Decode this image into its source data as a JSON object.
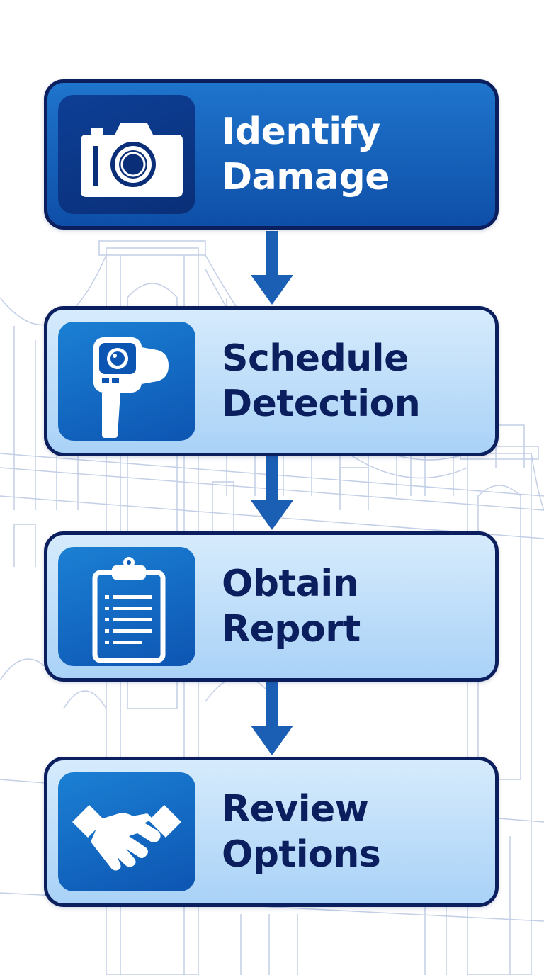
{
  "steps": [
    {
      "line1": "Identify",
      "line2": "Damage",
      "icon": "camera-icon",
      "style": "primary"
    },
    {
      "line1": "Schedule",
      "line2": "Detection",
      "icon": "thermal-camera-icon",
      "style": "secondary"
    },
    {
      "line1": "Obtain",
      "line2": "Report",
      "icon": "clipboard-icon",
      "style": "secondary"
    },
    {
      "line1": "Review",
      "line2": "Options",
      "icon": "handshake-icon",
      "style": "secondary"
    }
  ],
  "background": "bridge-skyline-line-art",
  "colors": {
    "dark_navy": "#0b1f5e",
    "primary_blue": "#0e4fa8",
    "light_blue": "#d6ebfc",
    "arrow_blue": "#1b5fb4"
  }
}
